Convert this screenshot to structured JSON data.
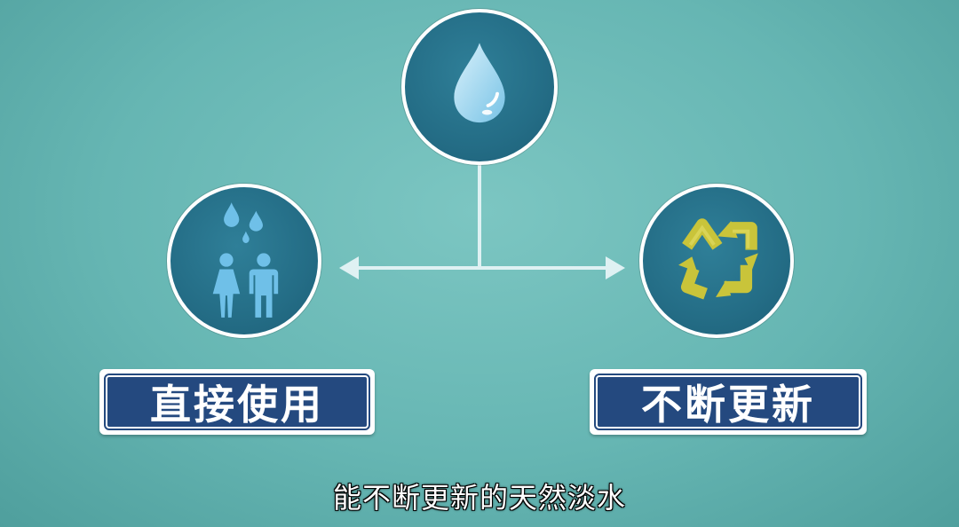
{
  "diagram": {
    "top_node": {
      "icon": "water-drop-icon"
    },
    "left_node": {
      "icon": "people-rain-icon",
      "label": "直接使用"
    },
    "right_node": {
      "icon": "recycle-icon",
      "label": "不断更新"
    }
  },
  "subtitle": "能不断更新的天然淡水",
  "colors": {
    "background": "#66b6b3",
    "circle_fill": "#246d86",
    "label_fill": "#24497f",
    "drop_color": "#8fd0ef",
    "recycle_color": "#c9c43a"
  }
}
